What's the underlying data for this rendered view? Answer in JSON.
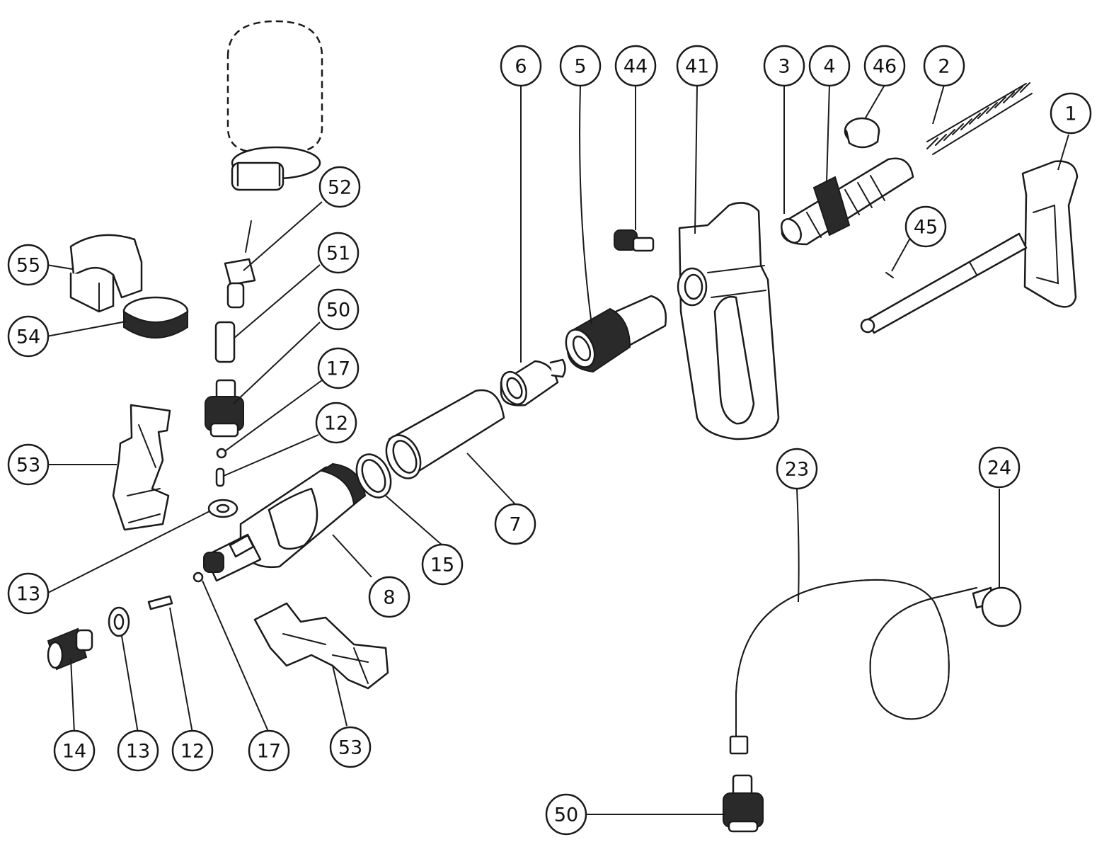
{
  "callouts": [
    {
      "id": "c-6",
      "label": "6"
    },
    {
      "id": "c-5",
      "label": "5"
    },
    {
      "id": "c-44",
      "label": "44"
    },
    {
      "id": "c-41",
      "label": "41"
    },
    {
      "id": "c-3",
      "label": "3"
    },
    {
      "id": "c-4",
      "label": "4"
    },
    {
      "id": "c-46",
      "label": "46"
    },
    {
      "id": "c-2",
      "label": "2"
    },
    {
      "id": "c-1",
      "label": "1"
    },
    {
      "id": "c-45",
      "label": "45"
    },
    {
      "id": "c-52",
      "label": "52"
    },
    {
      "id": "c-51",
      "label": "51"
    },
    {
      "id": "c-50a",
      "label": "50"
    },
    {
      "id": "c-17a",
      "label": "17"
    },
    {
      "id": "c-12a",
      "label": "12"
    },
    {
      "id": "c-55",
      "label": "55"
    },
    {
      "id": "c-54",
      "label": "54"
    },
    {
      "id": "c-53a",
      "label": "53"
    },
    {
      "id": "c-13a",
      "label": "13"
    },
    {
      "id": "c-7",
      "label": "7"
    },
    {
      "id": "c-15",
      "label": "15"
    },
    {
      "id": "c-8",
      "label": "8"
    },
    {
      "id": "c-14",
      "label": "14"
    },
    {
      "id": "c-13b",
      "label": "13"
    },
    {
      "id": "c-12b",
      "label": "12"
    },
    {
      "id": "c-17b",
      "label": "17"
    },
    {
      "id": "c-53b",
      "label": "53"
    },
    {
      "id": "c-23",
      "label": "23"
    },
    {
      "id": "c-24",
      "label": "24"
    },
    {
      "id": "c-50b",
      "label": "50"
    }
  ]
}
